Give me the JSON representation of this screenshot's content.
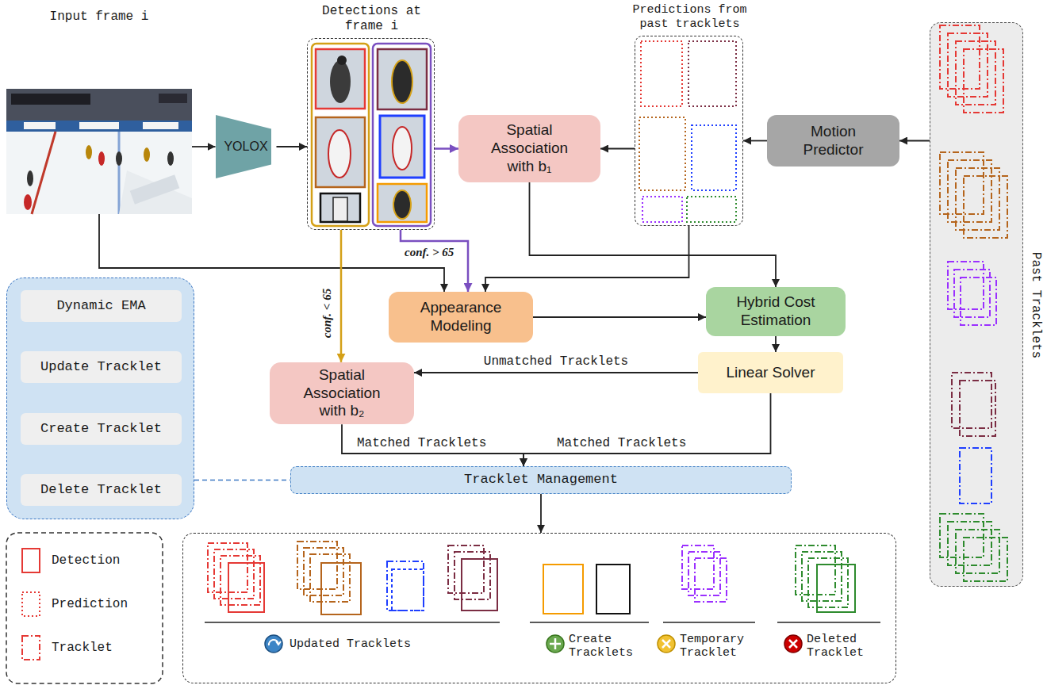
{
  "diagram": {
    "nodes": [
      {
        "text": [
          "Input frame i"
        ]
      },
      {
        "text": [
          "YOLOX"
        ]
      },
      {
        "text": [
          "Detections at frame i"
        ]
      },
      {
        "text": [
          "Spatial Association with b₁"
        ]
      },
      {
        "text": [
          "Predictions from past tracklets"
        ]
      },
      {
        "text": [
          "Motion Predictor"
        ]
      },
      {
        "text": [
          "Past Tracklets"
        ]
      },
      {
        "text": [
          "Appearance Modeling"
        ]
      },
      {
        "text": [
          "Hybrid Cost Estimation"
        ]
      },
      {
        "text": [
          "Linear Solver"
        ]
      },
      {
        "text": [
          "Spatial Association with b₂"
        ]
      },
      {
        "text": [
          "Tracklet Management"
        ]
      },
      {
        "text": []
      },
      {
        "text": [
          "Dynamic EMA"
        ],
        "in": 12
      },
      {
        "text": [
          "Update Tracklet"
        ],
        "in": 12
      },
      {
        "text": [
          "Create Tracklet"
        ],
        "in": 12
      },
      {
        "text": [
          "Delete Tracklet"
        ],
        "in": 12
      },
      {
        "text": [
          "Updated Tracklets",
          "Create Tracklets",
          "Temporary Tracklet",
          "Deleted Tracklet"
        ]
      }
    ],
    "edges": [
      {
        "from": 0,
        "to": 1,
        "arrow": "to"
      },
      {
        "from": 1,
        "to": 2,
        "arrow": "to"
      },
      {
        "from": 2,
        "to": 3,
        "arrow": "to"
      },
      {
        "from": 6,
        "to": 5,
        "arrow": "to"
      },
      {
        "from": 5,
        "to": 4,
        "arrow": "to"
      },
      {
        "from": 4,
        "to": 3,
        "arrow": "to"
      },
      {
        "from": 3,
        "to": 8,
        "arrow": "to"
      },
      {
        "from": 4,
        "to": 7,
        "arrow": "to"
      },
      {
        "from": 0,
        "to": 7,
        "arrow": "to"
      },
      {
        "from": 2,
        "to": 7,
        "label": "conf. > 65",
        "arrow": "to"
      },
      {
        "from": 2,
        "to": 10,
        "label": "conf. < 65",
        "arrow": "to"
      },
      {
        "from": 7,
        "to": 8,
        "arrow": "to"
      },
      {
        "from": 8,
        "to": 9,
        "arrow": "to"
      },
      {
        "from": 9,
        "to": 10,
        "label": "Unmatched Tracklets",
        "arrow": "to"
      },
      {
        "from": 10,
        "to": 11,
        "label": "Matched Tracklets",
        "arrow": "to"
      },
      {
        "from": 9,
        "to": 11,
        "label": "Matched Tracklets",
        "arrow": "to"
      },
      {
        "from": 11,
        "to": 17,
        "arrow": "to"
      },
      {
        "from": 12,
        "to": 11,
        "arrow": "none"
      }
    ],
    "legend": [
      {
        "text": "Detection"
      },
      {
        "text": "Prediction"
      },
      {
        "text": "Tracklet"
      }
    ]
  }
}
